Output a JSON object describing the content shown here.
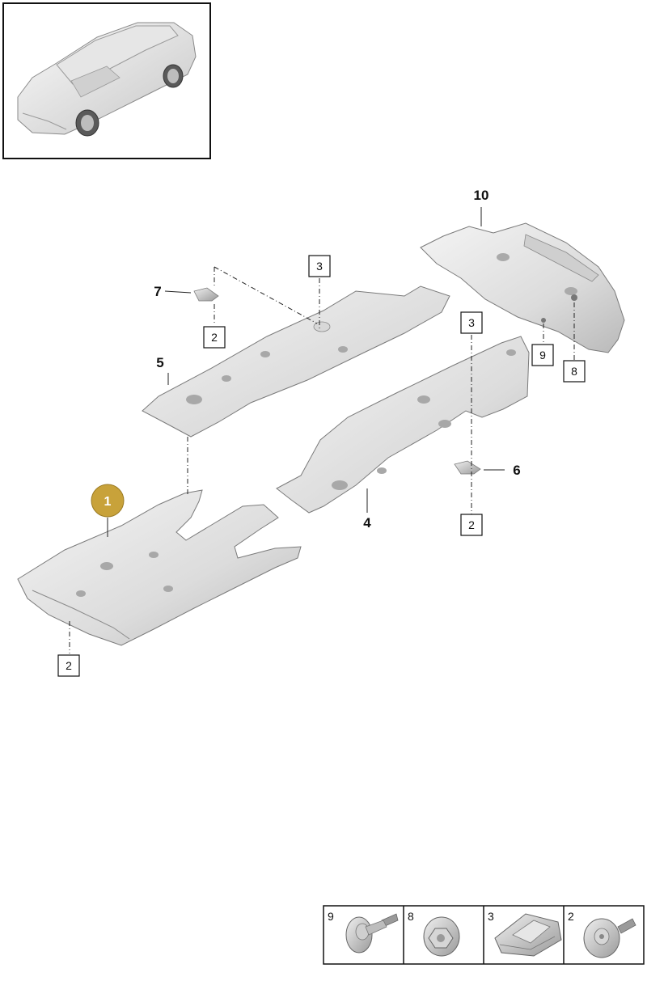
{
  "callouts": {
    "c1": "1",
    "c2a": "2",
    "c2b": "2",
    "c2c": "2",
    "c3a": "3",
    "c3b": "3",
    "c4": "4",
    "c5": "5",
    "c6": "6",
    "c7": "7",
    "c8": "8",
    "c9": "9",
    "c10": "10"
  },
  "legend": [
    {
      "number": "9",
      "icon": "collar-screw-icon"
    },
    {
      "number": "8",
      "icon": "hex-nut-icon"
    },
    {
      "number": "3",
      "icon": "spring-clip-icon"
    },
    {
      "number": "2",
      "icon": "flange-screw-icon"
    }
  ],
  "colors": {
    "selected_callout": "#c8a23a",
    "panel_light": "#f2f2f2",
    "panel_dark": "#bdbdbd",
    "line": "#222222"
  }
}
